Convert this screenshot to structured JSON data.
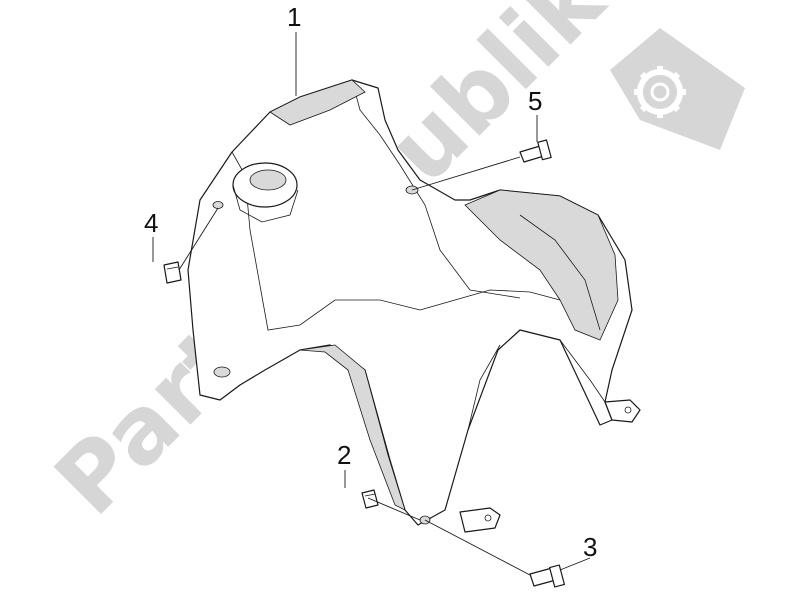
{
  "watermark": {
    "text": "PartsRepublik",
    "color": "#d6d6d6",
    "logo_icon": "gear-icon"
  },
  "callouts": [
    {
      "id": "1",
      "label": "1"
    },
    {
      "id": "2",
      "label": "2"
    },
    {
      "id": "3",
      "label": "3"
    },
    {
      "id": "4",
      "label": "4"
    },
    {
      "id": "5",
      "label": "5"
    }
  ]
}
